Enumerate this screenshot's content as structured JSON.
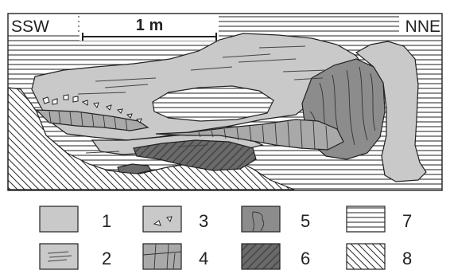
{
  "section": {
    "left_label": "SSW",
    "right_label": "NNE",
    "scale_label": "1 m"
  },
  "legend": {
    "items": [
      {
        "number": "1",
        "fill": "light-gray"
      },
      {
        "number": "2",
        "fill": "gray-with-lines"
      },
      {
        "number": "3",
        "fill": "gray-with-clasts"
      },
      {
        "number": "4",
        "fill": "gray-with-joints"
      },
      {
        "number": "5",
        "fill": "dark-gray-with-veins"
      },
      {
        "number": "6",
        "fill": "darker-gray-hatched"
      },
      {
        "number": "7",
        "fill": "horizontal-lines"
      },
      {
        "number": "8",
        "fill": "diagonal-hatch"
      }
    ]
  },
  "colors": {
    "light_gray": "#c9c9c9",
    "mid_gray": "#a9a9a9",
    "dark_gray": "#8c8c8c",
    "darker_gray": "#6a6a6a",
    "line": "#222222"
  }
}
